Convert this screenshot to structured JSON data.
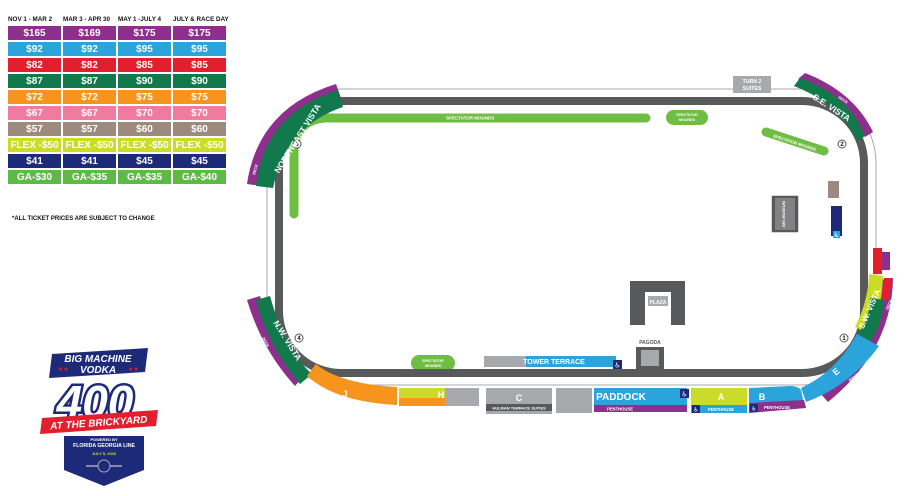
{
  "pricing": {
    "periods": [
      "NOV 1 - MAR 2",
      "MAR 3 - APR 30",
      "MAY 1 -JULY 4",
      "JULY & RACE DAY"
    ],
    "rows": [
      {
        "color": "#8e2f8e",
        "prices": [
          "$165",
          "$169",
          "$175",
          "$175"
        ]
      },
      {
        "color": "#2aa4da",
        "prices": [
          "$92",
          "$92",
          "$95",
          "$95"
        ]
      },
      {
        "color": "#e31e2d",
        "prices": [
          "$82",
          "$82",
          "$85",
          "$85"
        ]
      },
      {
        "color": "#11794b",
        "prices": [
          "$87",
          "$87",
          "$90",
          "$90"
        ]
      },
      {
        "color": "#f7941d",
        "prices": [
          "$72",
          "$72",
          "$75",
          "$75"
        ]
      },
      {
        "color": "#ef7b9f",
        "prices": [
          "$67",
          "$67",
          "$70",
          "$70"
        ]
      },
      {
        "color": "#9c8a7e",
        "prices": [
          "$57",
          "$57",
          "$60",
          "$60"
        ]
      },
      {
        "color": "#cbdc28",
        "prices": [
          "FLEX -$50",
          "FLEX -$50",
          "FLEX -$50",
          "FLEX -$50"
        ]
      },
      {
        "color": "#1d2a7a",
        "prices": [
          "$41",
          "$41",
          "$45",
          "$45"
        ]
      },
      {
        "color": "#5dba47",
        "prices": [
          "GA-$30",
          "GA-$35",
          "GA-$35",
          "GA-$40"
        ]
      }
    ],
    "disclaimer": "*ALL TICKET PRICES ARE SUBJECT TO CHANGE"
  },
  "logo": {
    "line1": "BIG MACHINE",
    "line2": "VODKA",
    "number": "400",
    "banner": "AT THE BRICKYARD",
    "powered": "POWERED BY",
    "sponsor": "FLORIDA GEORGIA LINE",
    "date": "JULY 5, 2020"
  },
  "sections": {
    "northeast_vista": "NORTHEAST VISTA",
    "se_vista": "S.E. VISTA",
    "nw_vista": "N.W. VISTA",
    "sw_vista": "S.W. VISTA",
    "e": "E",
    "j": "J",
    "h": "H",
    "c": "C",
    "paddock": "PADDOCK",
    "a": "A",
    "b": "B",
    "turn2_suites": "TURN 2 SUITES",
    "tower_terrace": "TOWER TERRACE",
    "plaza": "PLAZA",
    "pagoda": "PAGODA",
    "museum": "IMS MUSEUM",
    "hulman_terrace": "HULMAN TERRACE SUITES",
    "penthouse": "PENTHOUSE",
    "deck": "DECK",
    "spectator_mounds": "SPECTATOR MOUNDS",
    "turns": [
      "1",
      "2",
      "3",
      "4"
    ]
  }
}
